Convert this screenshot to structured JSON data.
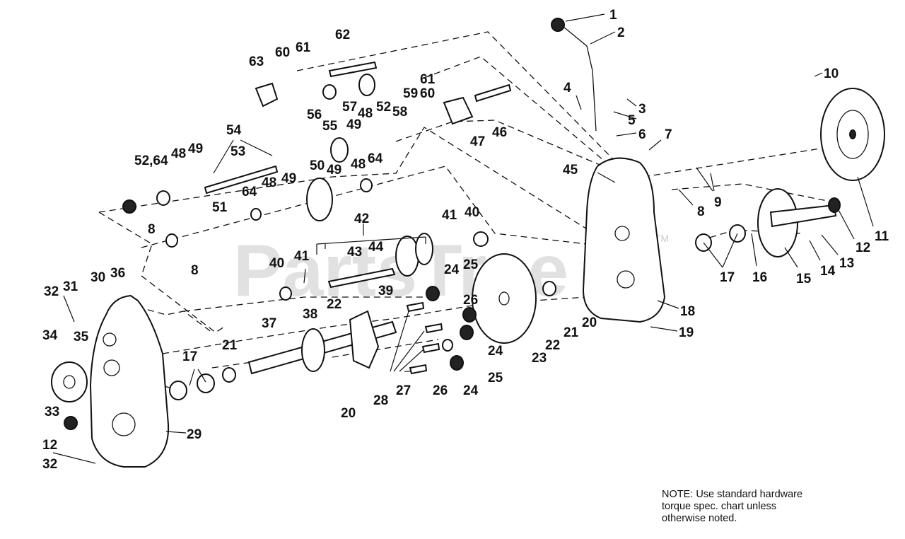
{
  "watermark": "PartsTree",
  "trademark": "TM",
  "note_lines": [
    "NOTE:  Use standard hardware",
    "torque spec. chart unless",
    "otherwise noted."
  ],
  "callouts": {
    "c1": "1",
    "c2": "2",
    "c3": "3",
    "c4": "4",
    "c5": "5",
    "c6": "6",
    "c7": "7",
    "c8a": "8",
    "c8b": "8",
    "c8c": "8",
    "c9": "9",
    "c10": "10",
    "c11": "11",
    "c12a": "12",
    "c12b": "12",
    "c13": "13",
    "c14": "14",
    "c15": "15",
    "c16": "16",
    "c17a": "17",
    "c17b": "17",
    "c18": "18",
    "c19": "19",
    "c20a": "20",
    "c20b": "20",
    "c21a": "21",
    "c21b": "21",
    "c22a": "22",
    "c22b": "22",
    "c23": "23",
    "c24a": "24",
    "c24b": "24",
    "c24c": "24",
    "c25a": "25",
    "c25b": "25",
    "c26a": "26",
    "c26b": "26",
    "c27": "27",
    "c28": "28",
    "c29": "29",
    "c30": "30",
    "c31": "31",
    "c32a": "32",
    "c32b": "32",
    "c33": "33",
    "c34": "34",
    "c35": "35",
    "c36": "36",
    "c37": "37",
    "c38": "38",
    "c39": "39",
    "c40a": "40",
    "c40b": "40",
    "c41a": "41",
    "c41b": "41",
    "c42": "42",
    "c43": "43",
    "c44": "44",
    "c45": "45",
    "c46": "46",
    "c47": "47",
    "c48a": "48",
    "c48b": "48",
    "c48c": "48",
    "c48d": "48",
    "c49a": "49",
    "c49b": "49",
    "c49c": "49",
    "c49d": "49",
    "c50": "50",
    "c51": "51",
    "c52a": "52,64",
    "c52b": "52",
    "c53": "53",
    "c54": "54",
    "c55": "55",
    "c56": "56",
    "c57": "57",
    "c58": "58",
    "c59": "59",
    "c60a": "60",
    "c60b": "60",
    "c61a": "61",
    "c61b": "61",
    "c62": "62",
    "c63": "63",
    "c64a": "64",
    "c64b": "64"
  }
}
